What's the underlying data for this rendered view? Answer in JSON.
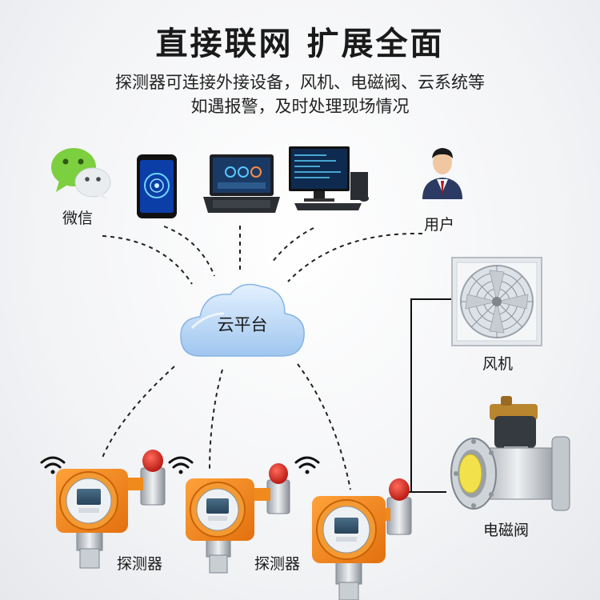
{
  "header": {
    "title": "直接联网 扩展全面",
    "subtitle_line1": "探测器可连接外接设备，风机、电磁阀、云系统等",
    "subtitle_line2": "如遇报警，及时处理现场情况"
  },
  "nodes": {
    "wechat": "微信",
    "user": "用户",
    "cloud": "云平台",
    "fan": "风机",
    "valve": "电磁阀",
    "detector_1": "探测器",
    "detector_2": "探测器"
  },
  "colors": {
    "detector_orange": "#f08a1c",
    "cloud_blue": "#a9cdf2",
    "link_line": "#222222",
    "wechat_green": "#7ccf3e",
    "alarm_red": "#d8231c"
  }
}
